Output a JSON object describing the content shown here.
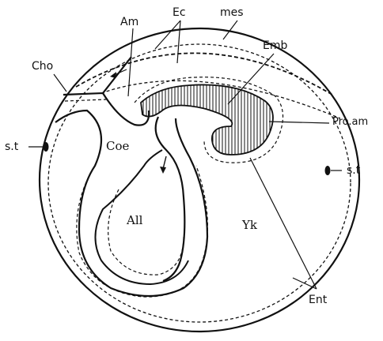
{
  "labels": {
    "ec": "Ec",
    "mes": "mes",
    "am": "Am",
    "emb": "Emb",
    "cho": "Cho",
    "pro_am": "Pro.am",
    "st_left": "s.t",
    "st_right": "s.t",
    "coe": "Coe",
    "all": "All",
    "yk": "Yk",
    "ent": "Ent"
  },
  "colors": {
    "ink": "#111111",
    "paper": "#ffffff"
  }
}
